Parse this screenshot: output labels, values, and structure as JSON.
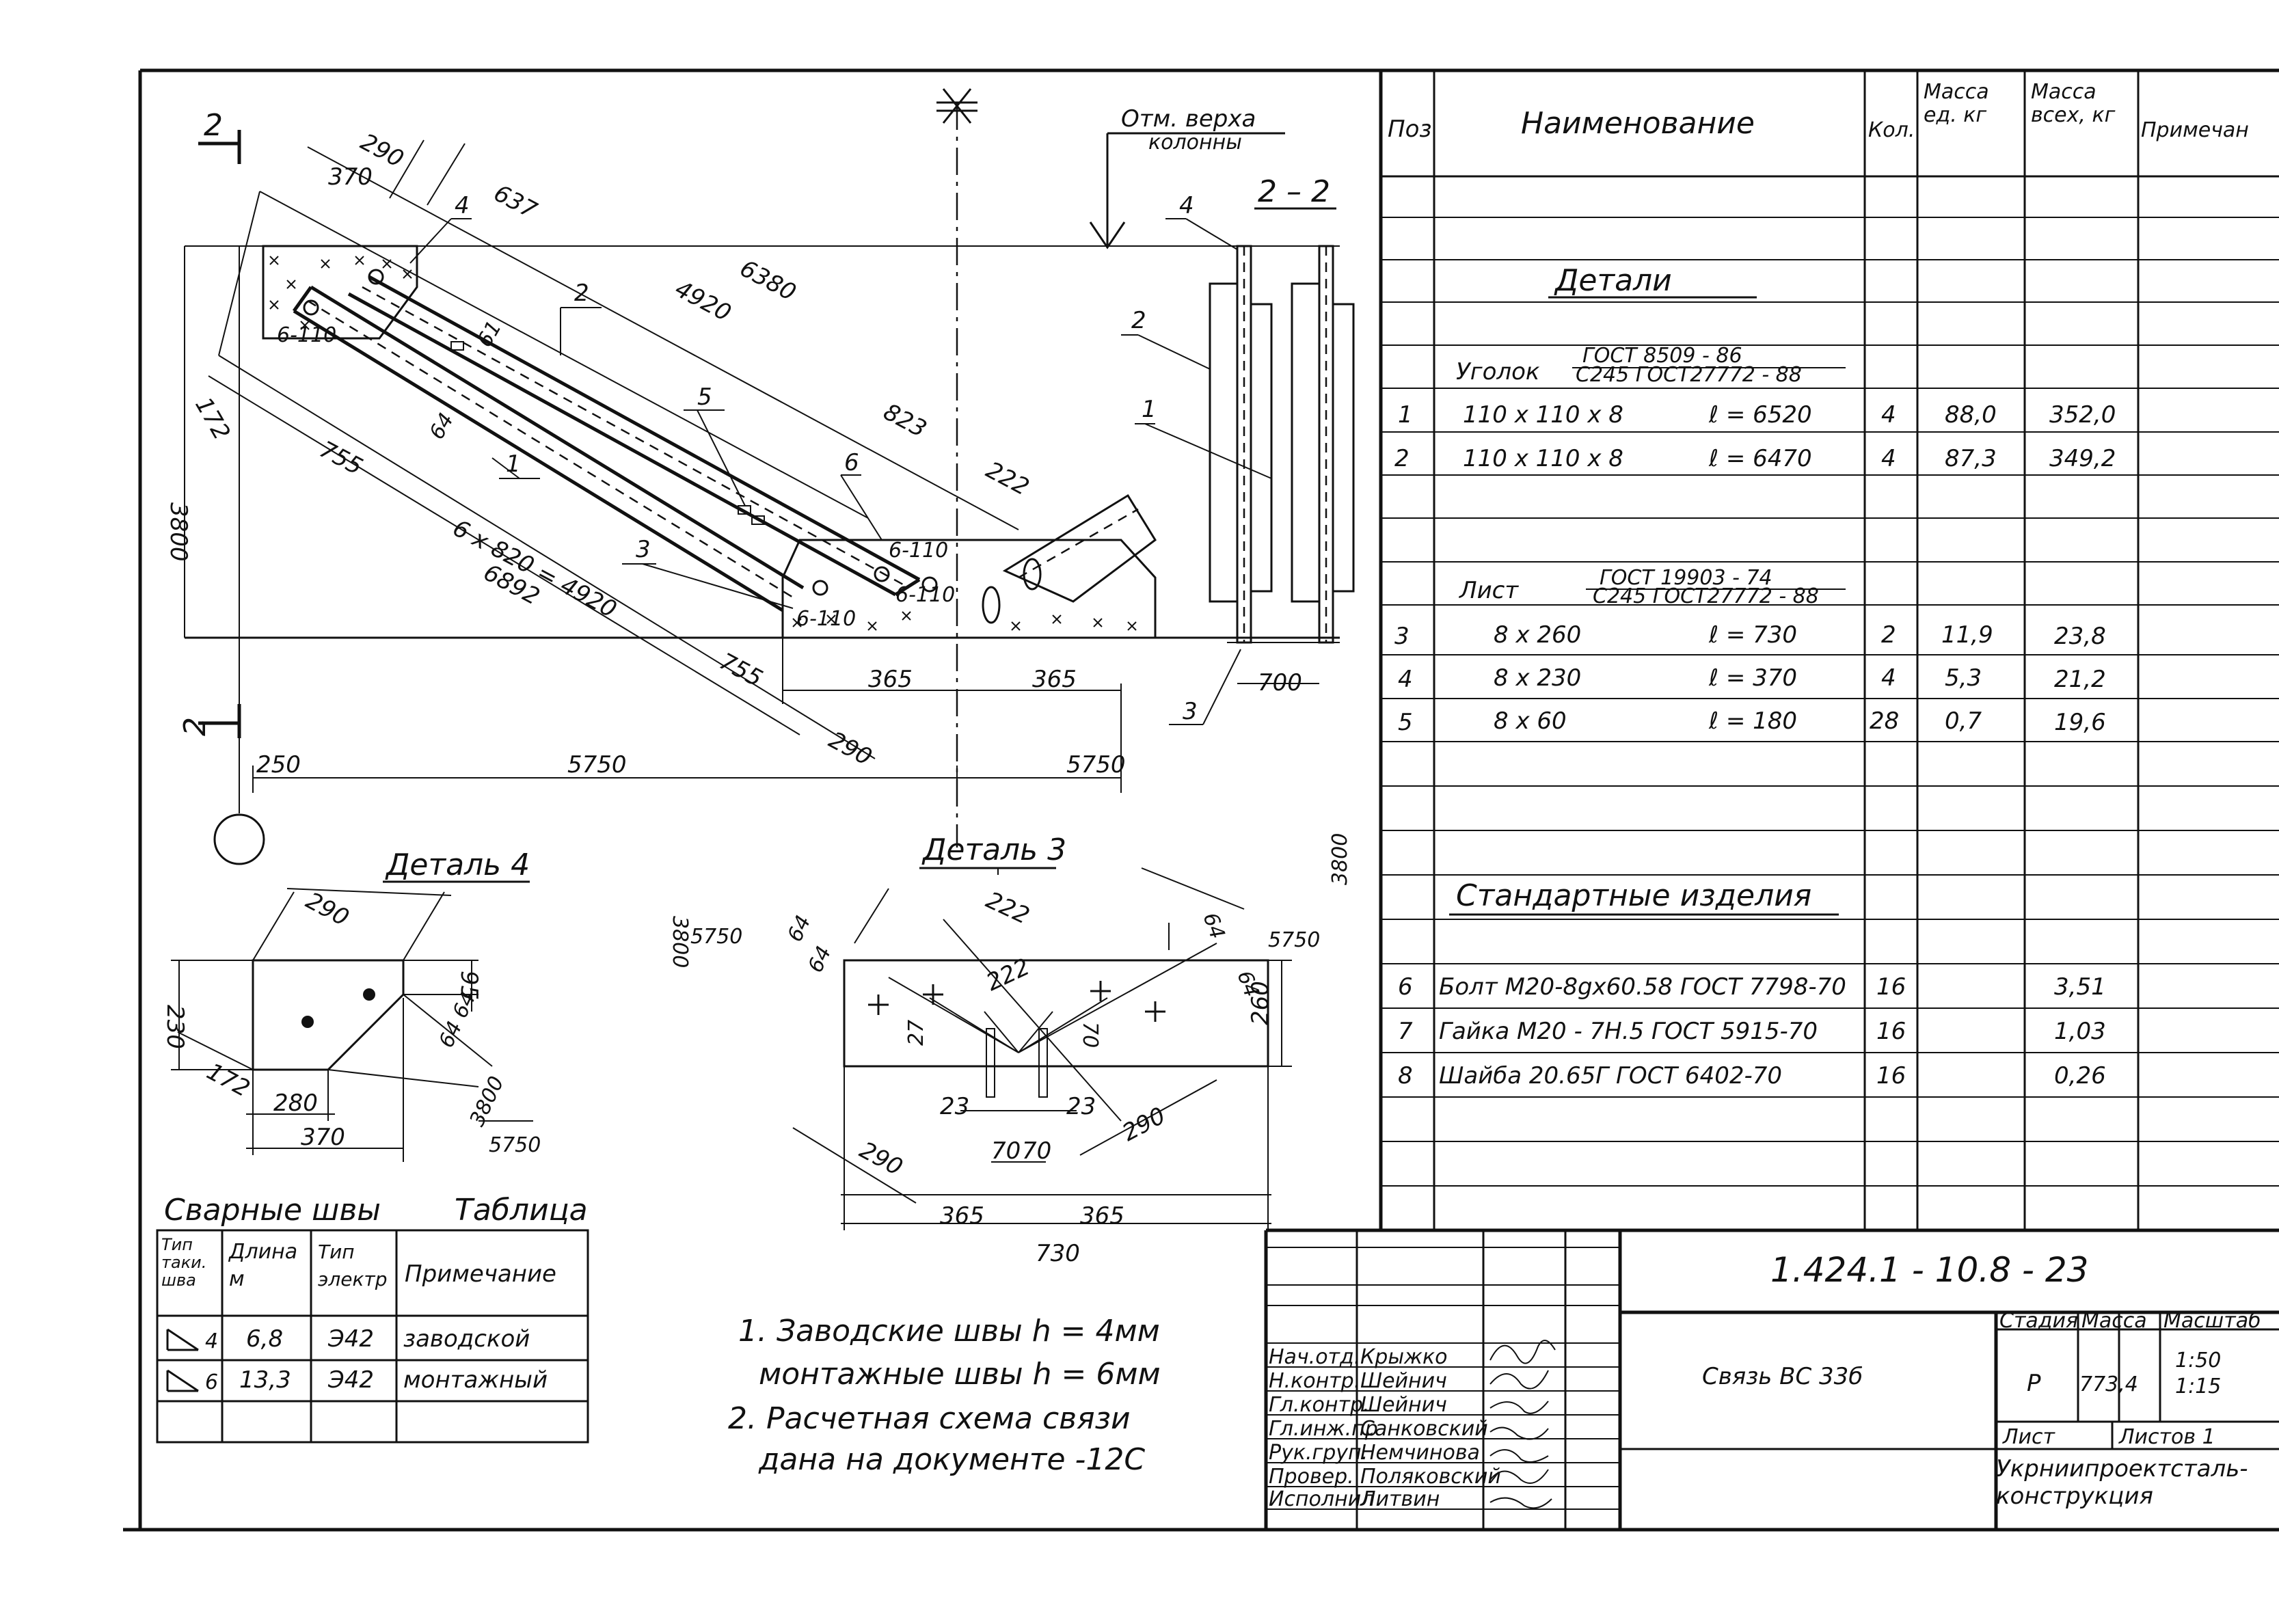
{
  "drawing": {
    "section_mark": "2",
    "section_title": "2 – 2",
    "elevation_note_line1": "Отм. верха",
    "elevation_note_line2": "колонны",
    "dimensions": {
      "d290_top": "290",
      "d370": "370",
      "d637": "637",
      "d4920": "4920",
      "d6380": "6380",
      "d172": "172",
      "d3800": "3800",
      "d755_a": "755",
      "d6x820": "6 х 820 = 4920",
      "d6892": "6892",
      "d823": "823",
      "d222": "222",
      "d755_b": "755",
      "d365_a": "365",
      "d365_b": "365",
      "d290_b": "290",
      "d250": "250",
      "d5750_a": "5750",
      "d5750_b": "5750",
      "d700": "700",
      "d64": "64",
      "d61": "61",
      "hole_a": "6-110",
      "hole_b": "6-110",
      "hole_c": "6-110",
      "hole_d": "6-110"
    },
    "positions": [
      "1",
      "2",
      "3",
      "4",
      "5",
      "6"
    ],
    "section_positions": [
      "4",
      "2",
      "1",
      "3"
    ]
  },
  "detail4": {
    "title": "Деталь 4",
    "dims": {
      "a290": "290",
      "a230": "230",
      "a95": "95",
      "a172": "172",
      "a280": "280",
      "a370": "370",
      "a64": "64 64",
      "a3800": "3800",
      "a5750": "5750"
    }
  },
  "detail3": {
    "title": "Деталь 3",
    "dims": {
      "b3800l": "3800",
      "b5750l": "5750",
      "b64a": "64",
      "b64b": "64",
      "b222a": "222",
      "b222b": "222",
      "b64c": "64",
      "b64d": "64",
      "b5750r": "5750",
      "b3800r": "3800",
      "b27": "27",
      "b70v": "70",
      "b260": "260",
      "b23a": "23",
      "b23b": "23",
      "b70a": "70",
      "b70b": "70",
      "b290l": "290",
      "b290r": "290",
      "b365a": "365",
      "b365b": "365",
      "b730": "730"
    }
  },
  "welds": {
    "title_left": "Сварные швы",
    "title_right": "Таблица",
    "headers": [
      "Тип таки. шва",
      "Длина м",
      "Тип электр",
      "Примечание"
    ],
    "rows": [
      {
        "type": "4",
        "length": "6,8",
        "electrode": "Э42",
        "note": "заводской"
      },
      {
        "type": "6",
        "length": "13,3",
        "electrode": "Э42",
        "note": "монтажный"
      }
    ]
  },
  "notes": [
    "1. Заводские швы h = 4мм",
    "монтажные швы h = 6мм",
    "2. Расчетная схема связи",
    "дана на документе -12С"
  ],
  "spec": {
    "headers": [
      "Поз",
      "Наименование",
      "Кол.",
      "Масса ед. кг",
      "Масса всех, кг",
      "Примечан"
    ],
    "section_details": "Детали",
    "angle_label": "Уголок",
    "angle_std_top": "ГОСТ 8509 - 86",
    "angle_std_bottom": "С245 ГОСТ27772 - 88",
    "sheet_label": "Лист",
    "sheet_std_top": "ГОСТ 19903 - 74",
    "sheet_std_bottom": "С245 ГОСТ27772 - 88",
    "section_standard": "Стандартные изделия",
    "rows": [
      {
        "pos": "1",
        "name": "110 х 110 х 8",
        "len": "ℓ = 6520",
        "qty": "4",
        "unit": "88,0",
        "total": "352,0"
      },
      {
        "pos": "2",
        "name": "110 х 110 х 8",
        "len": "ℓ = 6470",
        "qty": "4",
        "unit": "87,3",
        "total": "349,2"
      },
      {
        "pos": "3",
        "name": "8 х 260",
        "len": "ℓ = 730",
        "qty": "2",
        "unit": "11,9",
        "total": "23,8"
      },
      {
        "pos": "4",
        "name": "8 х 230",
        "len": "ℓ = 370",
        "qty": "4",
        "unit": "5,3",
        "total": "21,2"
      },
      {
        "pos": "5",
        "name": "8 х 60",
        "len": "ℓ = 180",
        "qty": "28",
        "unit": "0,7",
        "total": "19,6"
      },
      {
        "pos": "6",
        "name": "Болт М20-8gх60.58 ГОСТ 7798-70",
        "len": "",
        "qty": "16",
        "unit": "",
        "total": "3,51"
      },
      {
        "pos": "7",
        "name": "Гайка М20 - 7Н.5 ГОСТ 5915-70",
        "len": "",
        "qty": "16",
        "unit": "",
        "total": "1,03"
      },
      {
        "pos": "8",
        "name": "Шайба 20.65Г ГОСТ 6402-70",
        "len": "",
        "qty": "16",
        "unit": "",
        "total": "0,26"
      }
    ]
  },
  "title_block": {
    "code": "1.424.1 - 10.8 - 23",
    "name": "Связь ВС 33б",
    "stage_h": "Стадия",
    "mass_h": "Масса",
    "scale_h": "Масштаб",
    "stage": "Р",
    "mass": "773,4",
    "scale1": "1:50",
    "scale2": "1:15",
    "sheet_h": "Лист",
    "sheets_h": "Листов 1",
    "org_line1": "Укрниипроектсталь-",
    "org_line2": "конструкция",
    "people": [
      {
        "role": "Нач.отд.",
        "name": "Крыжко"
      },
      {
        "role": "Н.контр.",
        "name": "Шейнич"
      },
      {
        "role": "Гл.контр.",
        "name": "Шейнич"
      },
      {
        "role": "Гл.инж.пр",
        "name": "Санковский"
      },
      {
        "role": "Рук.груп.",
        "name": "Немчинова"
      },
      {
        "role": "Провер.",
        "name": "Поляковский"
      },
      {
        "role": "Исполнил",
        "name": "Литвин"
      }
    ]
  }
}
